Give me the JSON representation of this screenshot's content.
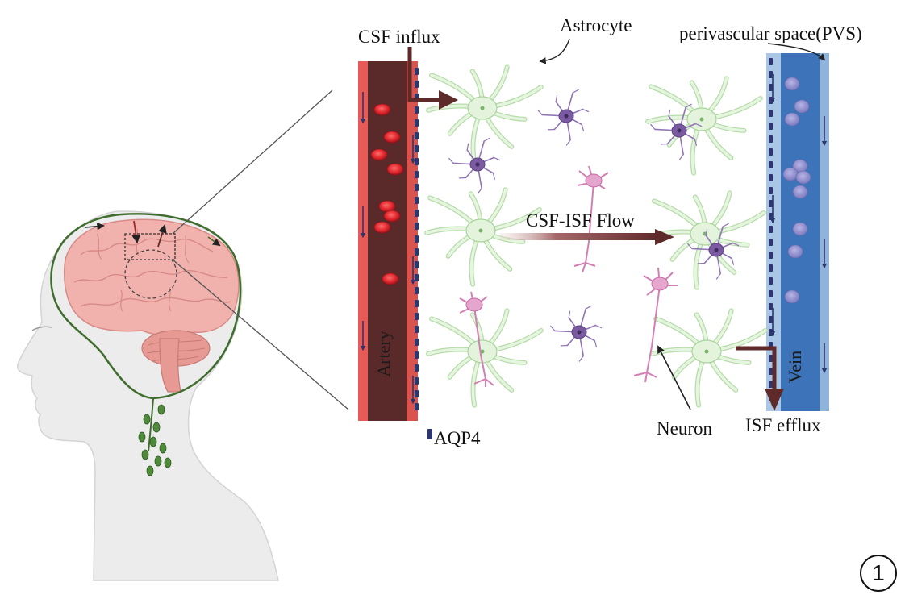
{
  "labels": {
    "csf_influx": "CSF influx",
    "astrocyte": "Astrocyte",
    "pvs": "perivascular space(PVS)",
    "csf_isf_flow": "CSF-ISF Flow",
    "artery": "Artery",
    "vein": "Vein",
    "aqp4": "AQP4",
    "neuron": "Neuron",
    "isf_efflux": "ISF efflux",
    "figure_number": "1"
  },
  "colors": {
    "artery_dark": "#5a2a2a",
    "artery_wall": "#d9544f",
    "vein_blue": "#3d73b8",
    "vein_wall": "#8fb3da",
    "astrocyte_fill": "#e3f3dc",
    "astrocyte_stroke": "#a8d49c",
    "microglia": "#7a5aa0",
    "neuron": "#d27fb3",
    "aqp4": "#2e3670",
    "brain": "#f1b2ad",
    "head": "#eeeeee",
    "glymph_line": "#3f6d2e",
    "flow_arrow": "#5e2a2a"
  }
}
